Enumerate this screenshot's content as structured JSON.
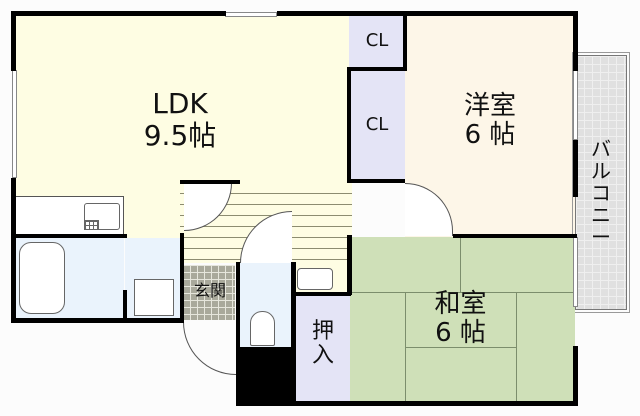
{
  "floorplan": {
    "rooms": {
      "ldk": {
        "name": "LDK",
        "size": "9.5帖"
      },
      "yoshitsu": {
        "name": "洋室",
        "size": "6 帖"
      },
      "washitsu": {
        "name": "和室",
        "size": "6 帖"
      },
      "closet_top": {
        "name": "CL"
      },
      "closet_mid": {
        "name": "CL"
      },
      "oshiire": {
        "name": "押\n入"
      },
      "genkan": {
        "name": "玄関"
      },
      "balcony": {
        "name": "バ\nル\nコ\nニ\nー"
      }
    },
    "colors": {
      "ldk": "#fefde3",
      "yoshitsu": "#fdf6e8",
      "washitsu": "#cfe0b8",
      "closet": "#e4e4f6",
      "wet_area": "#eaf3fc",
      "balcony": "#e0e0e0",
      "genkan": "#a9a99b",
      "wall": "#000000"
    }
  }
}
